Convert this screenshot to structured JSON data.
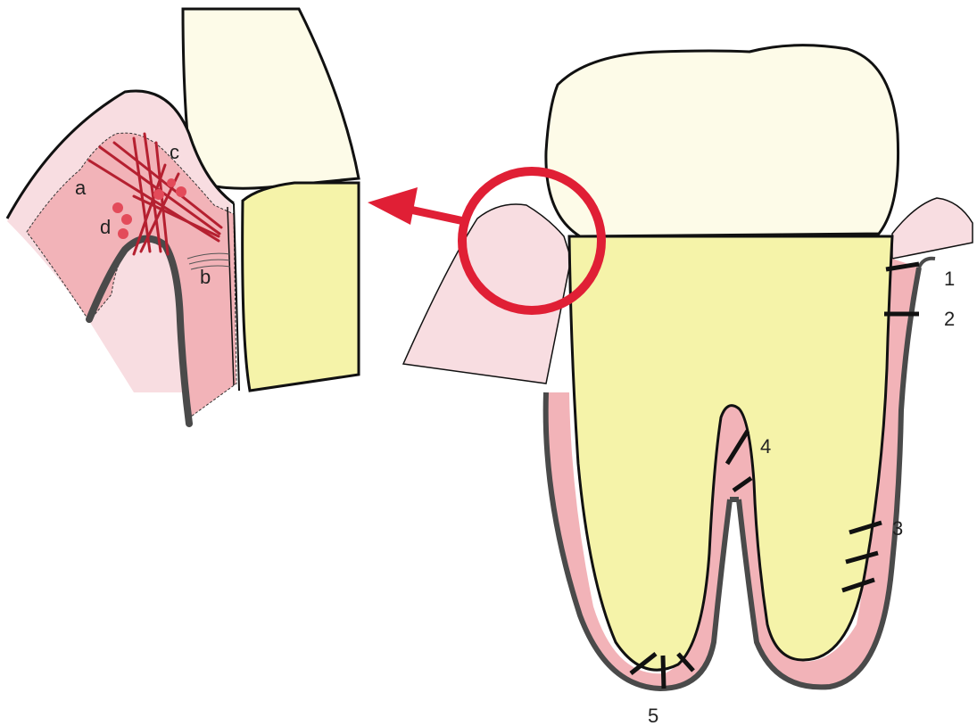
{
  "colors": {
    "enamel": "#fdfbe8",
    "root": "#f5f3a9",
    "ligament": "#f2b3b8",
    "gingiva": "#f8dde1",
    "bone": "#4a4a4a",
    "fiber": "#b52030",
    "highlight": "#e01f35",
    "outline": "#111111"
  },
  "inset": {
    "labels": {
      "a": "a",
      "b": "b",
      "c": "c",
      "d": "d"
    }
  },
  "main": {
    "labels": {
      "n1": "1",
      "n2": "2",
      "n3": "3",
      "n4": "4",
      "n5": "5"
    }
  },
  "icons": {
    "magnify_marker": "circle-with-arrow"
  }
}
